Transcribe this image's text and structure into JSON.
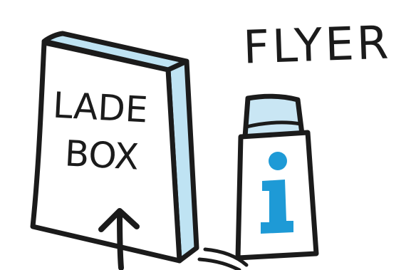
{
  "box": {
    "label_line1": "LADE",
    "label_line2": "BOX",
    "front_color": "#ffffff",
    "side_color": "#bfe3f3"
  },
  "flyer": {
    "title": "FLYER",
    "info_glyph": "i",
    "info_color": "#1e9ad6",
    "flap_color": "#c9e6f4"
  },
  "colors": {
    "ink": "#1b1b1b",
    "background": "#ffffff"
  },
  "icons": {
    "arrow": "arrow-up-icon",
    "info": "info-icon"
  }
}
